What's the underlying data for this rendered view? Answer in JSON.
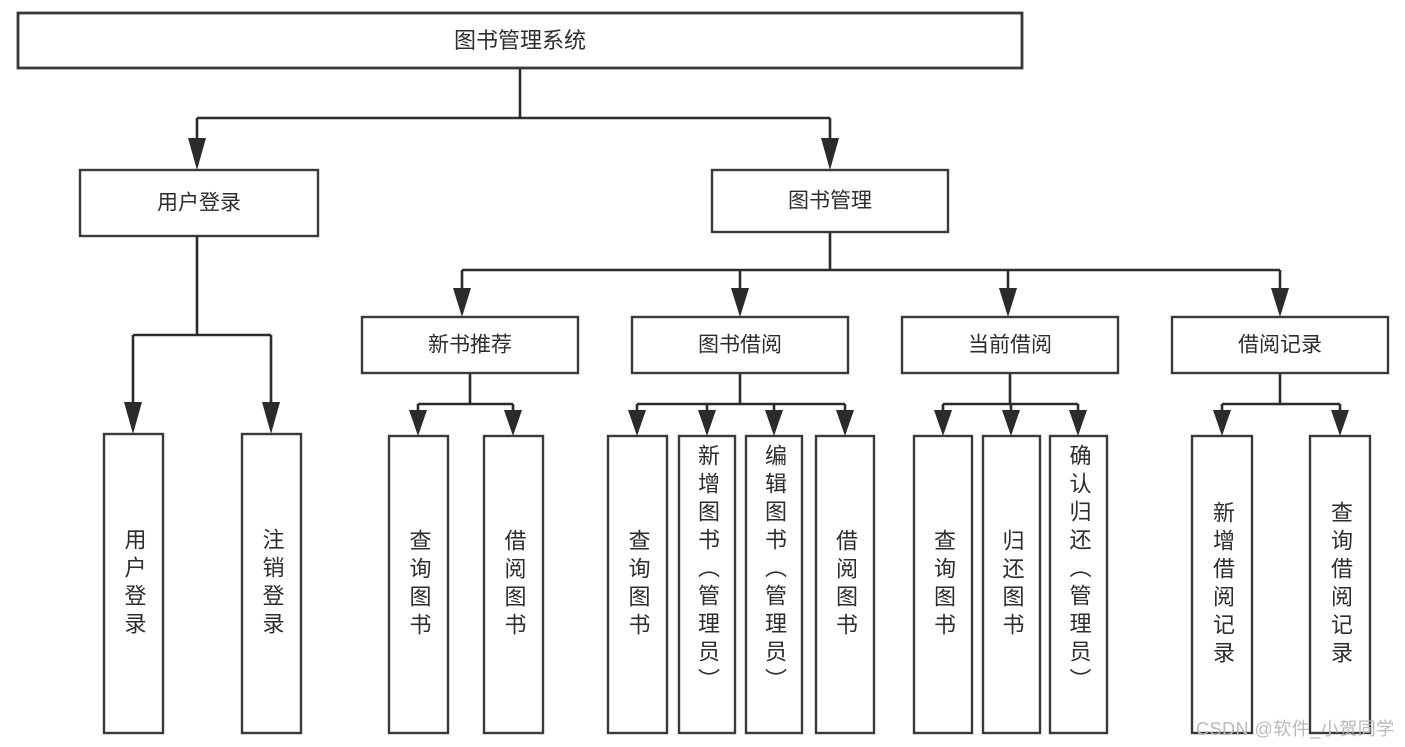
{
  "diagram": {
    "type": "tree-hierarchy",
    "title": "图书管理系统",
    "background_color": "#ffffff",
    "line_color": "#2b2b2b",
    "box_fill": "#ffffff",
    "box_stroke": "#3a3a3a",
    "text_color": "#2d2d2d",
    "orientation": "top-down",
    "levels": 4
  },
  "root": {
    "label": "图书管理系统"
  },
  "level2": [
    {
      "label": "用户登录"
    },
    {
      "label": "图书管理"
    }
  ],
  "level3": [
    {
      "label": "新书推荐"
    },
    {
      "label": "图书借阅"
    },
    {
      "label": "当前借阅"
    },
    {
      "label": "借阅记录"
    }
  ],
  "leaves": {
    "user_login": [
      {
        "label": "用户登录"
      },
      {
        "label": "注销登录"
      }
    ],
    "new_book_recommend": [
      {
        "label": "查询图书"
      },
      {
        "label": "借阅图书"
      }
    ],
    "book_borrow": [
      {
        "label": "查询图书"
      },
      {
        "label": "新增图书（管理员）"
      },
      {
        "label": "编辑图书（管理员）"
      },
      {
        "label": "借阅图书"
      }
    ],
    "current_borrow": [
      {
        "label": "查询图书"
      },
      {
        "label": "归还图书"
      },
      {
        "label": "确认归还（管理员）"
      }
    ],
    "borrow_records": [
      {
        "label": "新增借阅记录"
      },
      {
        "label": "查询借阅记录"
      }
    ]
  },
  "watermark": {
    "text": "CSDN @软件_小贺同学",
    "color": "#b9b9b9"
  }
}
